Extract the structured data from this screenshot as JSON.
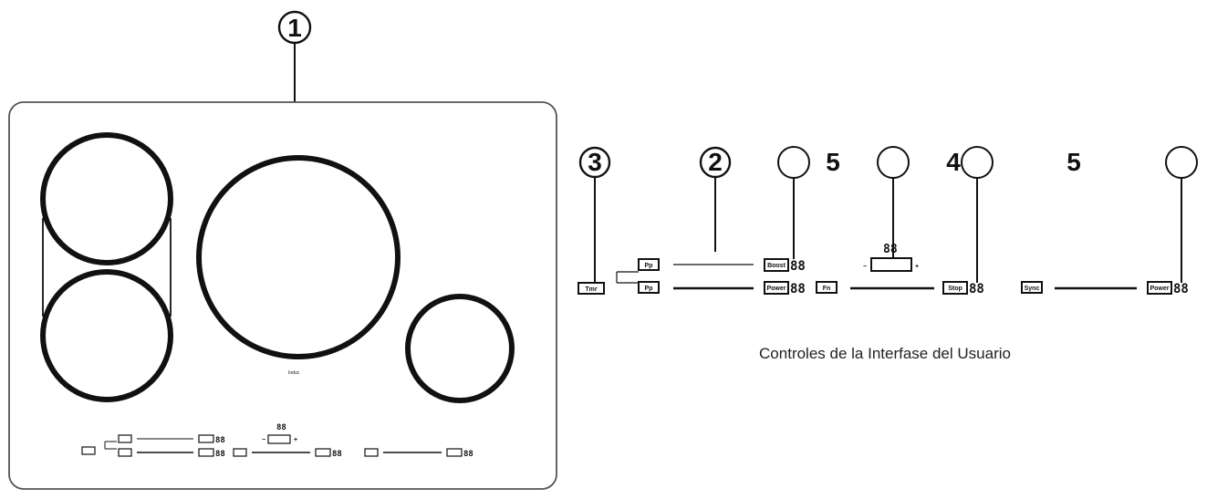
{
  "callouts": {
    "c1": "1",
    "c2": "2",
    "c3": "3",
    "c4": "4",
    "c5a": "5",
    "c5b": "5"
  },
  "caption": "Controles de la Interfase del Usuario",
  "brand_mark": "Induc",
  "segment_display": "88",
  "key_labels": {
    "sync": "Sync",
    "fn": "Fn",
    "p": "Pp",
    "boost": "Boost",
    "power": "Power",
    "stop": "Stop",
    "timer": "Tmr"
  },
  "slider_marks": {
    "minus": "−",
    "plus": "+"
  },
  "colors": {
    "line": "#111111",
    "panel_border": "#555555"
  }
}
